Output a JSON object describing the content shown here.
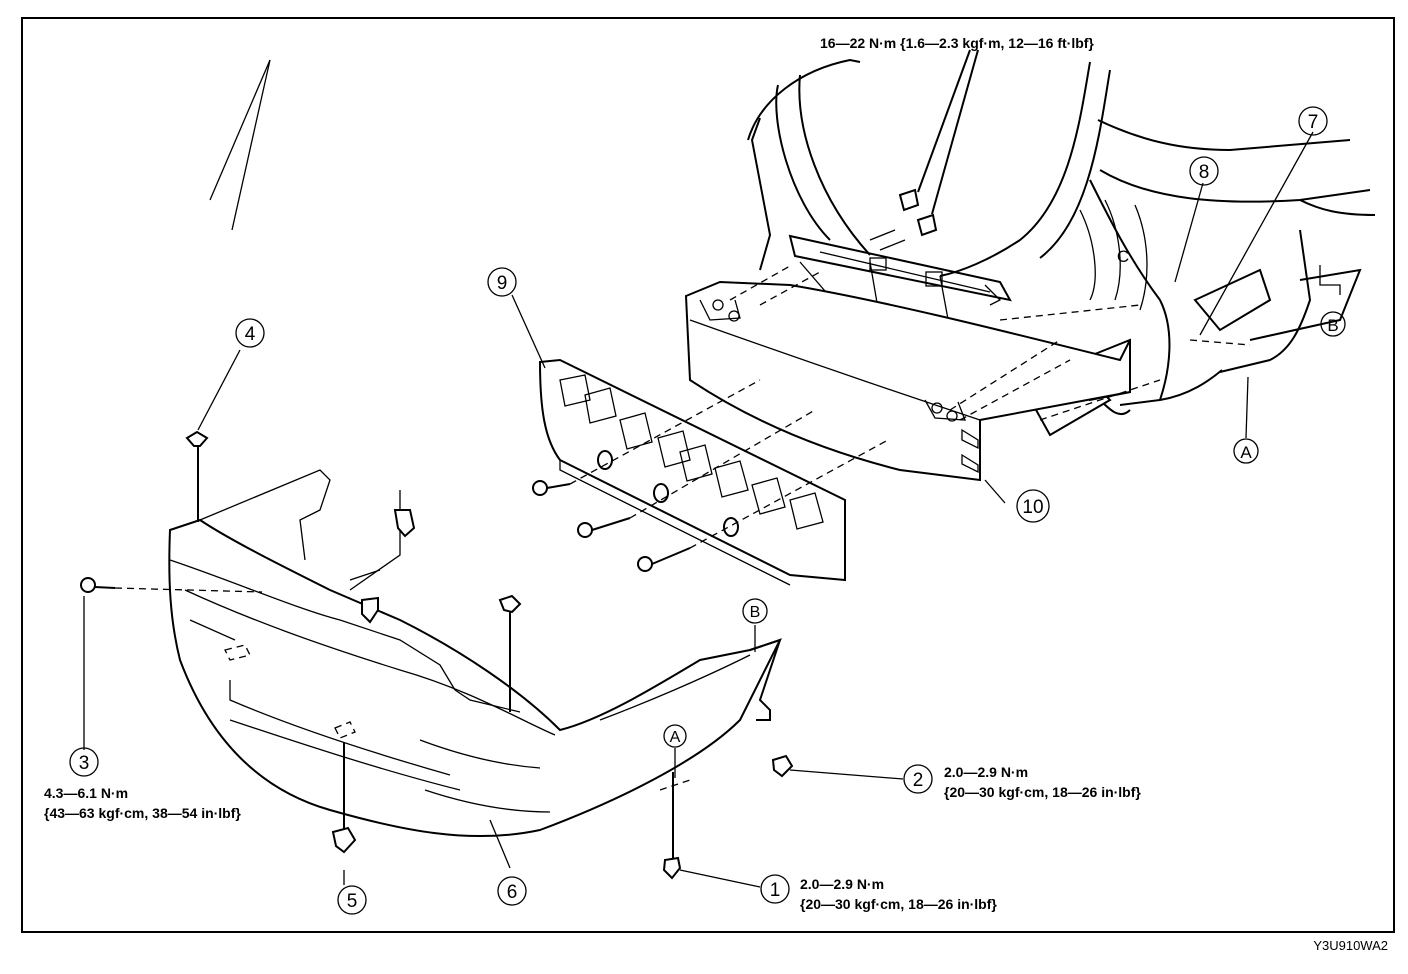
{
  "callouts": [
    {
      "num": "1",
      "torque": [
        "2.0—2.9 N·m",
        "{20—30 kgf·cm, 18—26 in·lbf}"
      ]
    },
    {
      "num": "2",
      "torque": [
        "2.0—2.9 N·m",
        "{20—30 kgf·cm, 18—26 in·lbf}"
      ]
    },
    {
      "num": "3",
      "torque": [
        "4.3—6.1 N·m",
        "{43—63 kgf·cm, 38—54 in·lbf}"
      ]
    },
    {
      "num": "4"
    },
    {
      "num": "5"
    },
    {
      "num": "6"
    },
    {
      "num": "7"
    },
    {
      "num": "8"
    },
    {
      "num": "9"
    },
    {
      "num": "10"
    }
  ],
  "top_torque": "16—22 N·m {1.6—2.3 kgf·m, 12—16 ft·lbf}",
  "letter_markers": [
    "A",
    "B"
  ],
  "body_marker": "C",
  "figure_code": "Y3U910WA2"
}
